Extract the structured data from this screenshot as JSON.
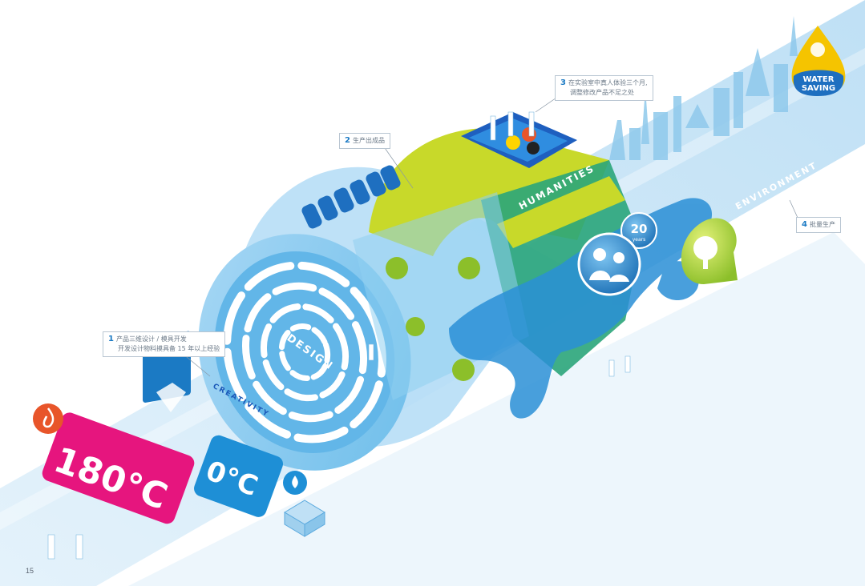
{
  "labels": {
    "creativity": "CREATIVITY",
    "design": "DESIGN",
    "humanities": "HUMANITIES",
    "environment": "ENVIRONMENT",
    "water_line1": "WATER",
    "water_line2": "SAVING",
    "years_num": "20",
    "years_word": "years",
    "temp_hot": "180°C",
    "temp_cold": "0°C"
  },
  "callouts": [
    {
      "num": "1",
      "lines": [
        "产品三维设计 / 模具开发",
        "开发设计物料摸具备 15 年以上经验"
      ]
    },
    {
      "num": "2",
      "lines": [
        "生产出成品"
      ]
    },
    {
      "num": "3",
      "lines": [
        "在实验室中真人体验三个月,",
        "调整修改产品不足之处"
      ]
    },
    {
      "num": "4",
      "lines": [
        "批量生产"
      ]
    }
  ],
  "page_number": "15",
  "colors": {
    "band_blue": "#cfe8f7",
    "accent_blue": "#1e8fd6",
    "lime": "#c8d92a",
    "teal": "#2aa57a",
    "magenta": "#e6157e",
    "orange": "#e8552a",
    "green_drop": "#9ccc3c"
  },
  "icons": [
    "flame-icon",
    "diamond-icon",
    "water-drop-icon",
    "tree-icon",
    "family-icon",
    "water-saving-drop-icon"
  ]
}
